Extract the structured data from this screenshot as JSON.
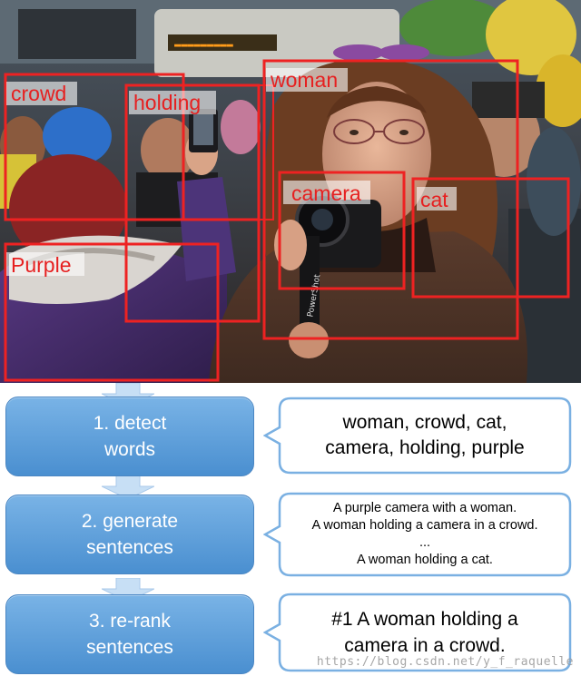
{
  "detections": [
    {
      "label": "crowd"
    },
    {
      "label": "holding"
    },
    {
      "label": "woman"
    },
    {
      "label": "camera"
    },
    {
      "label": "cat"
    },
    {
      "label": "Purple"
    }
  ],
  "colors": {
    "box": "#ee2222",
    "step_fill": "#5e9fdc",
    "outline": "#7ab0e2"
  },
  "steps": [
    {
      "label_lines": [
        "1. detect",
        "words"
      ],
      "output_lines": [
        "woman, crowd, cat,",
        "camera, holding, purple"
      ]
    },
    {
      "label_lines": [
        "2. generate",
        "sentences"
      ],
      "output_lines": [
        "A purple camera with a woman.",
        "A woman holding a camera in a crowd.",
        "...",
        "A woman holding a cat."
      ]
    },
    {
      "label_lines": [
        "3. re-rank",
        "sentences"
      ],
      "output_lines": [
        "#1  A woman holding a",
        "camera in a crowd."
      ]
    }
  ],
  "watermark": "https://blog.csdn.net/y_f_raquelle"
}
